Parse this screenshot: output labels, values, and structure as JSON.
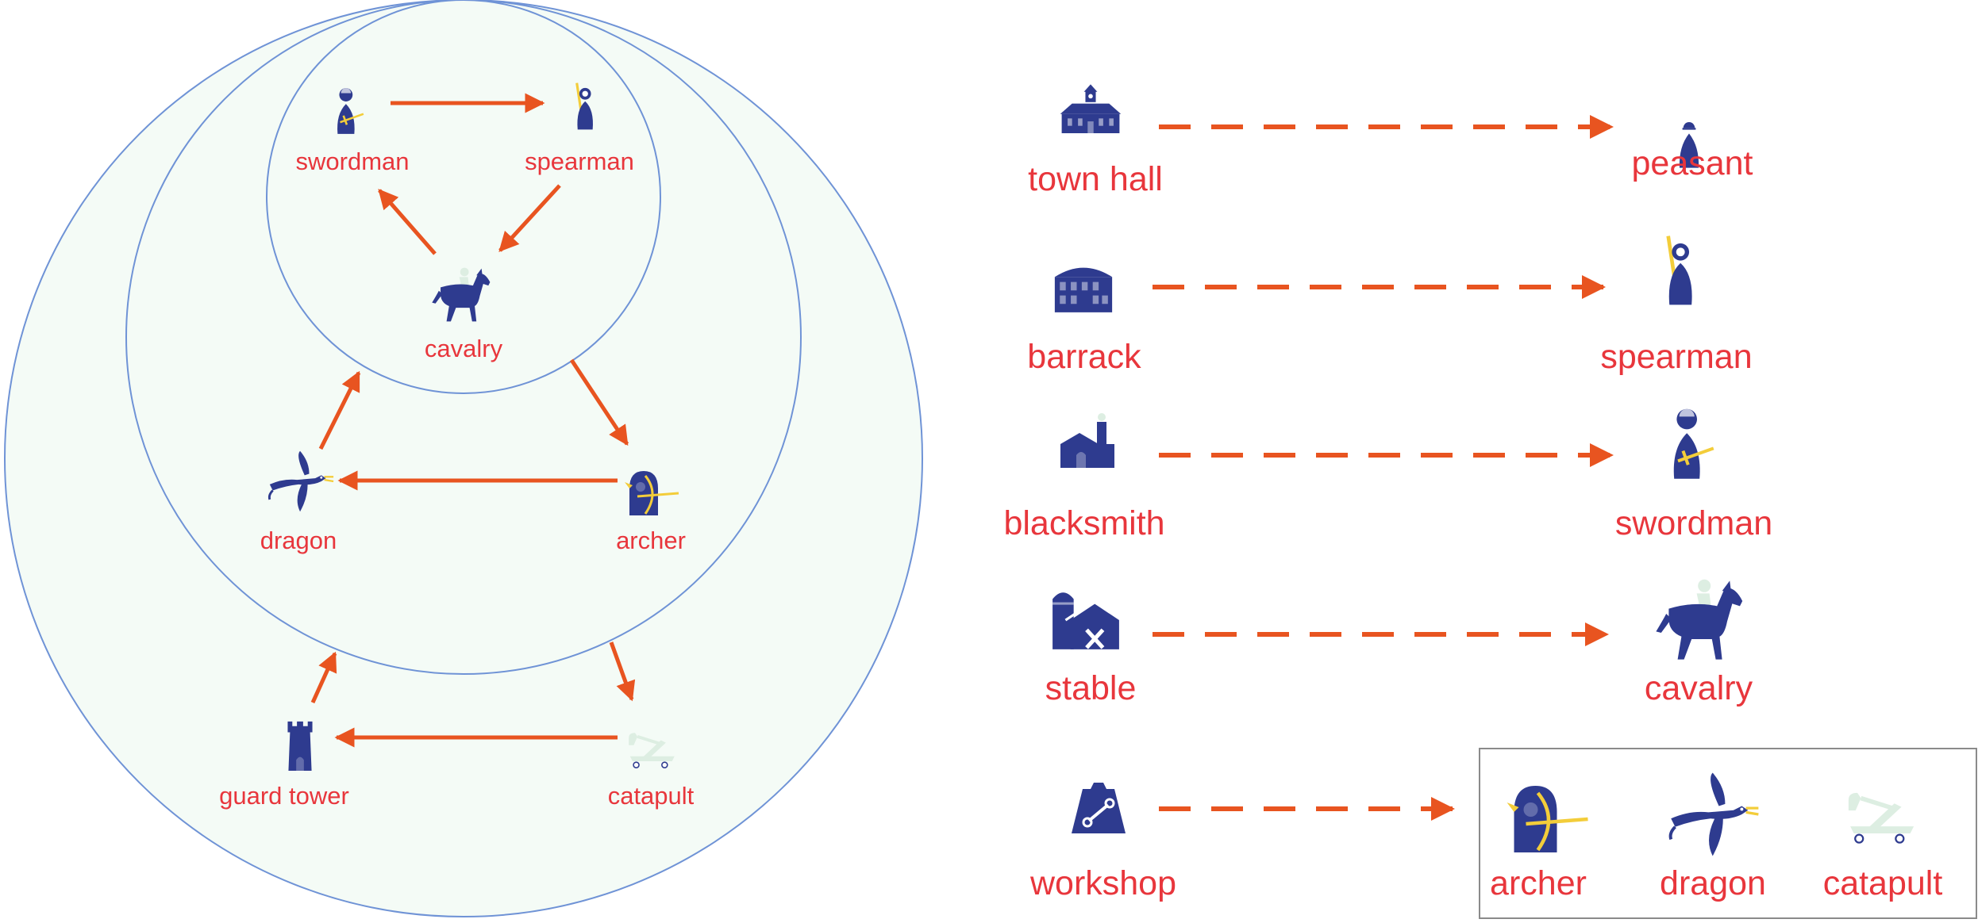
{
  "colors": {
    "label": "#e8363c",
    "arrow": "#e85420",
    "circle_stroke": "#6f93d6",
    "circle_fill": "#f4fbf6",
    "icon_dark": "#2e3b8f",
    "icon_accent": "#f3cd3a",
    "icon_light": "#ddeee2",
    "box_stroke": "#8a8a8a"
  },
  "counter_cycle": {
    "units": {
      "swordman": "swordman",
      "spearman": "spearman",
      "cavalry": "cavalry",
      "dragon": "dragon",
      "archer": "archer",
      "guard_tower": "guard tower",
      "catapult": "catapult"
    }
  },
  "production": {
    "rows": [
      {
        "building": "town hall",
        "building_icon": "town-hall-icon",
        "unit": "peasant",
        "unit_icon": "peasant-icon"
      },
      {
        "building": "barrack",
        "building_icon": "barrack-icon",
        "unit": "spearman",
        "unit_icon": "spearman-icon"
      },
      {
        "building": "blacksmith",
        "building_icon": "blacksmith-icon",
        "unit": "swordman",
        "unit_icon": "swordman-icon"
      },
      {
        "building": "stable",
        "building_icon": "stable-icon",
        "unit": "cavalry",
        "unit_icon": "cavalry-icon"
      }
    ],
    "workshop": {
      "building": "workshop",
      "building_icon": "workshop-icon",
      "units": [
        "archer",
        "dragon",
        "catapult"
      ]
    }
  }
}
